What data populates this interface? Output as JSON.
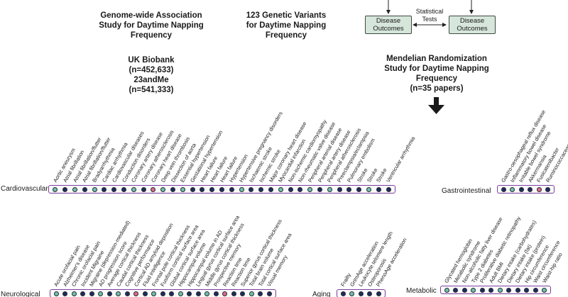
{
  "gwas": {
    "title_lines": [
      "Genome-wide Association",
      "Study for Daytime Napping",
      "Frequency"
    ],
    "cohort_lines": [
      "UK Biobank",
      "(n=452,633)",
      "23andMe",
      "(n=541,333)"
    ]
  },
  "variants": {
    "lines": [
      "123 Genetic Variants",
      "for Daytime Napping",
      "Frequency"
    ]
  },
  "outcomes": {
    "box_a": [
      "Disease",
      "Outcomes"
    ],
    "box_b": [
      "Disease",
      "Outcomes"
    ],
    "tests": [
      "Statistical",
      "Tests"
    ]
  },
  "mr": {
    "lines": [
      "Mendelian Randomization",
      "Study for Daytime Napping",
      "Frequency",
      "(n=35 papers)"
    ]
  },
  "colors": {
    "navy": "#1c2b63",
    "teal": "#6cc1b1",
    "pink": "#d96b8c",
    "frame": "#7a3f9f"
  },
  "groups": [
    {
      "key": "cardiovascular",
      "name": "Cardiovascular",
      "traits": [
        {
          "label": "Aortic aneurysm",
          "color": "teal"
        },
        {
          "label": "Atrial fibrillation",
          "color": "navy"
        },
        {
          "label": "Atrial fibrillation/flutter",
          "color": "teal"
        },
        {
          "label": "Atrial fibrillation/flutter",
          "color": "navy"
        },
        {
          "label": "Bradyarrhythmia",
          "color": "teal"
        },
        {
          "label": "Cardiac arrhythmia",
          "color": "navy"
        },
        {
          "label": "Cardiovascular diseases",
          "color": "navy"
        },
        {
          "label": "Conduction disorders",
          "color": "navy"
        },
        {
          "label": "Coronary artery disease",
          "color": "teal"
        },
        {
          "label": "Coronary atherosclerosis",
          "color": "navy"
        },
        {
          "label": "Coronary heart disease",
          "color": "pink"
        },
        {
          "label": "Deep vein thrombosis",
          "color": "teal"
        },
        {
          "label": "Dissection of aorta",
          "color": "navy"
        },
        {
          "label": "Essential hypertension",
          "color": "teal"
        },
        {
          "label": "Gestational hypertension",
          "color": "navy"
        },
        {
          "label": "Heart failure",
          "color": "navy"
        },
        {
          "label": "Heart failure",
          "color": "navy"
        },
        {
          "label": "Heart failure",
          "color": "navy"
        },
        {
          "label": "Hypertension",
          "color": "navy"
        },
        {
          "label": "Hypertensive pregnancy disorders",
          "color": "teal"
        },
        {
          "label": "Ischaemic stroke",
          "color": "navy"
        },
        {
          "label": "Ischemic stroke",
          "color": "navy"
        },
        {
          "label": "Major coronary heart disease",
          "color": "navy"
        },
        {
          "label": "Myocardial infarction",
          "color": "teal"
        },
        {
          "label": "Non-ischemic cardiomyopathy",
          "color": "navy"
        },
        {
          "label": "Non-rheumatic valve disease",
          "color": "navy"
        },
        {
          "label": "Peripheral arterial disease",
          "color": "teal"
        },
        {
          "label": "Peripheral artery disease",
          "color": "navy"
        },
        {
          "label": "Peripheral atherosclerosis",
          "color": "teal"
        },
        {
          "label": "Preeclampsia/eclampsia",
          "color": "navy"
        },
        {
          "label": "Pulmonary embolism",
          "color": "navy"
        },
        {
          "label": "Stroke",
          "color": "navy"
        },
        {
          "label": "Stroke",
          "color": "teal"
        },
        {
          "label": "Stroke",
          "color": "navy"
        },
        {
          "label": "Ventricular arrhythmia",
          "color": "navy"
        }
      ]
    },
    {
      "key": "gastrointestinal",
      "name": "Gastrointestinal",
      "traits": [
        {
          "label": "Gastro-oesophageal reflux disease",
          "color": "navy"
        },
        {
          "label": "Inflammatory bowel disease",
          "color": "teal"
        },
        {
          "label": "Irritable bowel syndrome",
          "color": "navy"
        },
        {
          "label": "Akkermansia",
          "color": "navy"
        },
        {
          "label": "Fusicatenibacter",
          "color": "pink"
        },
        {
          "label": "Ruminococcaceae",
          "color": "navy"
        }
      ]
    },
    {
      "key": "neurological",
      "name": "Neurological",
      "traits": [
        {
          "label": "Acute orofacial pain",
          "color": "teal"
        },
        {
          "label": "Alzheimer's disease",
          "color": "navy"
        },
        {
          "label": "Chronic orofacial pain",
          "color": "teal"
        },
        {
          "label": "Incident Migraine",
          "color": "navy"
        },
        {
          "label": "Migraine (depression-mediated)",
          "color": "navy"
        },
        {
          "label": "AD progression score",
          "color": "teal"
        },
        {
          "label": "Average cortical thickness",
          "color": "navy"
        },
        {
          "label": "Caudal cortical thickness",
          "color": "teal"
        },
        {
          "label": "Cognitive performance",
          "color": "navy"
        },
        {
          "label": "Cortical AD amyloid deposition",
          "color": "pink"
        },
        {
          "label": "Fluid intelligence",
          "color": "navy"
        },
        {
          "label": "Frontal pole cortical thickness",
          "color": "teal"
        },
        {
          "label": "Fusiform cortical surface area",
          "color": "navy"
        },
        {
          "label": "Global cortical surface area",
          "color": "navy"
        },
        {
          "label": "Hippocampal volume",
          "color": "teal"
        },
        {
          "label": "Hippocampal volume in AD",
          "color": "navy"
        },
        {
          "label": "Lingual gyrus cortical surface area",
          "color": "navy"
        },
        {
          "label": "Middle gyrus cortical thickness",
          "color": "teal"
        },
        {
          "label": "Prospective memory",
          "color": "navy"
        },
        {
          "label": "Reaction time",
          "color": "pink"
        },
        {
          "label": "Reaction time",
          "color": "navy"
        },
        {
          "label": "Superior gyrus cortical thickness",
          "color": "navy"
        },
        {
          "label": "Total brain volume",
          "color": "teal"
        },
        {
          "label": "Total cortical surface area",
          "color": "navy"
        },
        {
          "label": "Visual memory",
          "color": "navy"
        }
      ]
    },
    {
      "key": "aging",
      "name": "Aging",
      "traits": [
        {
          "label": "Frailty",
          "color": "navy"
        },
        {
          "label": "GrimAge acceleration",
          "color": "teal"
        },
        {
          "label": "Leukocyte telomere length",
          "color": "navy"
        },
        {
          "label": "Osteoporosis",
          "color": "navy"
        },
        {
          "label": "PhenoAge acceleration",
          "color": "navy"
        }
      ]
    },
    {
      "key": "metabolic",
      "name": "Metabolic",
      "traits": [
        {
          "label": "Glycated hemoglobin",
          "color": "teal"
        },
        {
          "label": "Metabolic syndrome",
          "color": "navy"
        },
        {
          "label": "Non-alcoholic fatty liver disease",
          "color": "navy"
        },
        {
          "label": "Type 2 diabetes",
          "color": "teal"
        },
        {
          "label": "Proliferative diabetic retinopathy",
          "color": "navy"
        },
        {
          "label": "Adult BMI",
          "color": "navy"
        },
        {
          "label": "Dietary intake (carbohydrates)",
          "color": "teal"
        },
        {
          "label": "Dietary intake (fat)",
          "color": "navy"
        },
        {
          "label": "Dietary intake (protein)",
          "color": "navy"
        },
        {
          "label": "Hip circumference",
          "color": "navy"
        },
        {
          "label": "Waist circumference",
          "color": "navy"
        },
        {
          "label": "Waist-hip ratio",
          "color": "teal"
        }
      ]
    }
  ]
}
